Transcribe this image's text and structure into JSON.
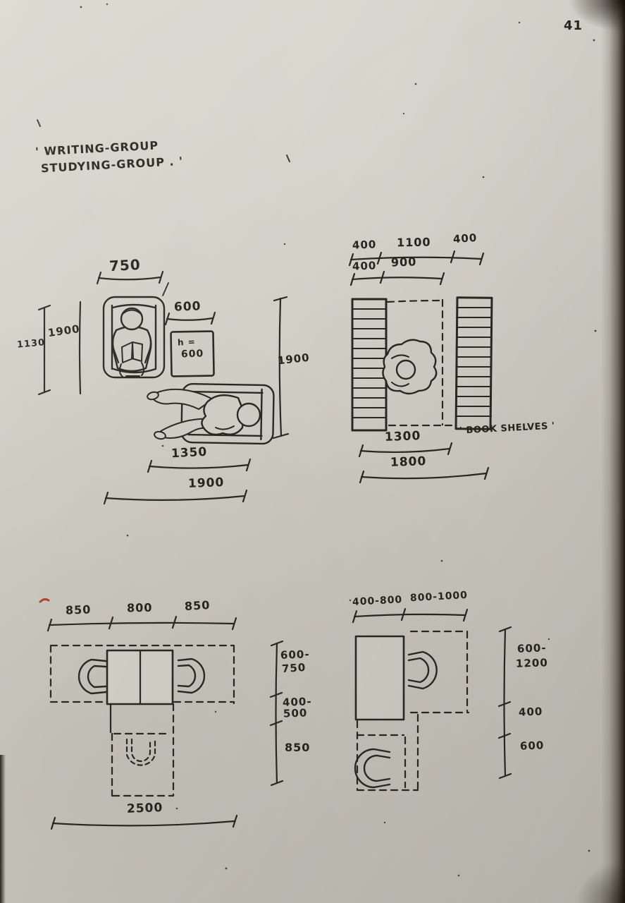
{
  "page": {
    "number": "41",
    "title_line1": "' WRITING-GROUP",
    "title_line2": "STUDYING-GROUP . '",
    "paper_color": "#cfccc3",
    "ink_color": "#29271f",
    "red_mark_color": "#a8432a"
  },
  "armchair_group": {
    "dim_chair_width": "750",
    "dim_table_width": "600",
    "table_note_line1": "h =",
    "table_note_line2": "600",
    "dim_height_outer": "1130",
    "dim_height_inner": "1900",
    "dim_height_right": "1900",
    "dim_recliner_width": "1350",
    "dim_total_width": "1900"
  },
  "bookshelf_group": {
    "caption": "' BOOK SHELVES '",
    "dim_row1_left": "400",
    "dim_row1_mid": "1100",
    "dim_row1_right": "400",
    "dim_row2_left": "400",
    "dim_row2_mid": "900",
    "dim_inner_width": "1300",
    "dim_total_width": "1800"
  },
  "table_group": {
    "dim_top_left": "850",
    "dim_top_mid": "800",
    "dim_top_right": "850",
    "dim_right_seg1_line1": "600-",
    "dim_right_seg1_line2": "750",
    "dim_right_seg2_line1": "400-",
    "dim_right_seg2_line2": "500",
    "dim_right_seg3": "850",
    "dim_total_width": "2500"
  },
  "desk_group": {
    "dim_top_left": "400-800",
    "dim_top_right": "800-1000",
    "dim_right_seg1_line1": "600-",
    "dim_right_seg1_line2": "1200",
    "dim_right_seg2": "400",
    "dim_right_seg3": "600"
  }
}
